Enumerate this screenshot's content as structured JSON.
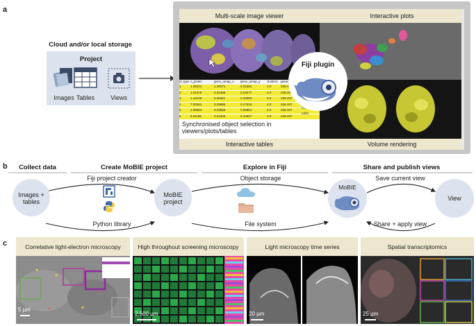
{
  "panels": {
    "a": "a",
    "b": "b",
    "c": "c"
  },
  "a": {
    "storage_title": "Cloud and/or local storage",
    "project_title": "Project",
    "items": [
      "Images",
      "Tables",
      "Views"
    ],
    "viewer_title": "Multi-scale image viewer",
    "plots_title": "Interactive plots",
    "fiji_label": "Fiji plugin",
    "sync_text": "Synchronised object selection in viewers/plots/tables",
    "tables_title": "Interactive tables",
    "volume_title": "Volume rendering",
    "table_headers": [
      "id_type",
      "n_pixels",
      "gene_umap_x",
      "gene_umap_y",
      "clusters",
      "geneS"
    ],
    "table_rows": [
      [
        "1",
        "1.26221",
        "1.20071",
        "0.21664",
        "4.0",
        "235-207"
      ],
      [
        "2",
        "1.01379",
        "0.32489",
        "0.24677",
        "4.0",
        "235-207"
      ],
      [
        "3",
        "1.12145",
        "0.25361",
        "0.15563",
        "4.0",
        "235-207"
      ],
      [
        "4",
        "7.00361",
        "0.29586",
        "0.17515",
        "4.0",
        "235-207"
      ],
      [
        "5",
        "1.06964",
        "0.33868",
        "0.09964",
        "4.0",
        "235-207"
      ],
      [
        "6",
        "8.01195",
        "0.23406",
        "0.10627",
        "4.0",
        "235-207"
      ]
    ],
    "cells_label": "cells"
  },
  "b": {
    "stage_titles": [
      "Collect data",
      "Create MoBIE project",
      "Explore in Fiji",
      "Share and publish views"
    ],
    "node_images": "Images + tables",
    "node_project": "MoBIE project",
    "node_mobie": "MoBIE",
    "node_view": "View",
    "top_labels": [
      "Fiji project creator",
      "Object storage",
      "Save current view"
    ],
    "bottom_labels": [
      "Python library",
      "File system",
      "Share + apply view"
    ]
  },
  "c": {
    "tiles": [
      {
        "title": "Correlative light-electron microscopy",
        "scale": "5 µm"
      },
      {
        "title": "High throughout screening microscopy",
        "scale": "2,500 µm"
      },
      {
        "title": "Light microscopy time series",
        "scale": "20 µm"
      },
      {
        "title": "Spatial transcriptomics",
        "scale": "25 µm"
      }
    ]
  }
}
